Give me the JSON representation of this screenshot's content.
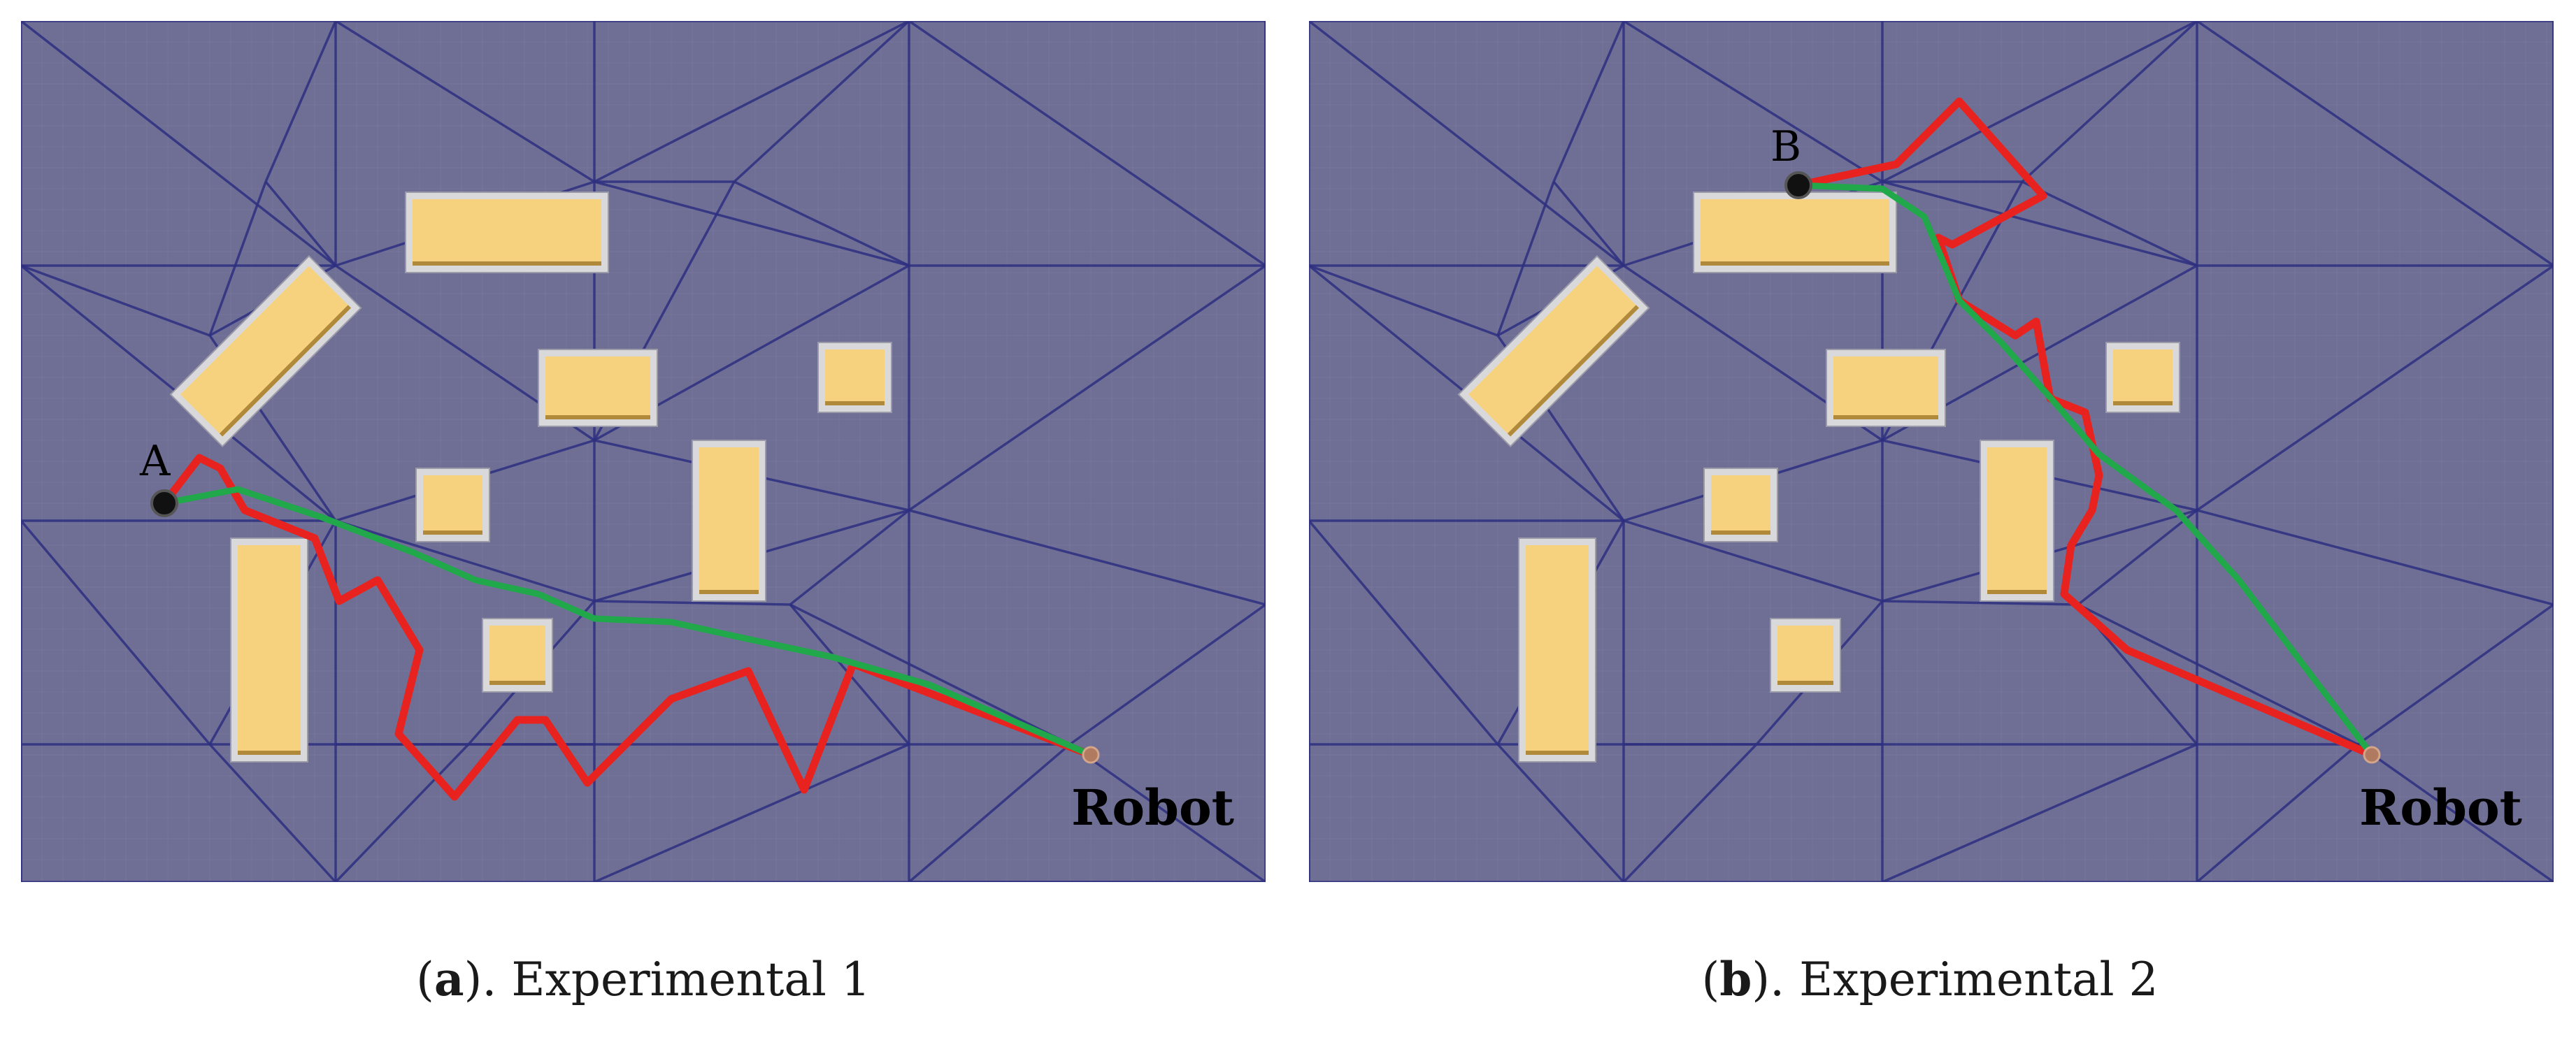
{
  "panels": [
    {
      "id": "a",
      "start_label": "A",
      "robot_label": "Robot",
      "caption_letter": "a",
      "caption_text": "). Experimental 1",
      "path_colors": {
        "red": "#e8221e",
        "green": "#20a84b"
      }
    },
    {
      "id": "b",
      "start_label": "B",
      "robot_label": "Robot",
      "caption_letter": "b",
      "caption_text": "). Experimental 2",
      "path_colors": {
        "red": "#e8221e",
        "green": "#20a84b"
      }
    }
  ],
  "colors": {
    "background": "#6f6f95",
    "mesh_lines": "#2e2f80",
    "obstacle_fill": "#f6d27e",
    "obstacle_shadow": "#d9d9dc",
    "obstacle_edge": "#b08a3a"
  }
}
